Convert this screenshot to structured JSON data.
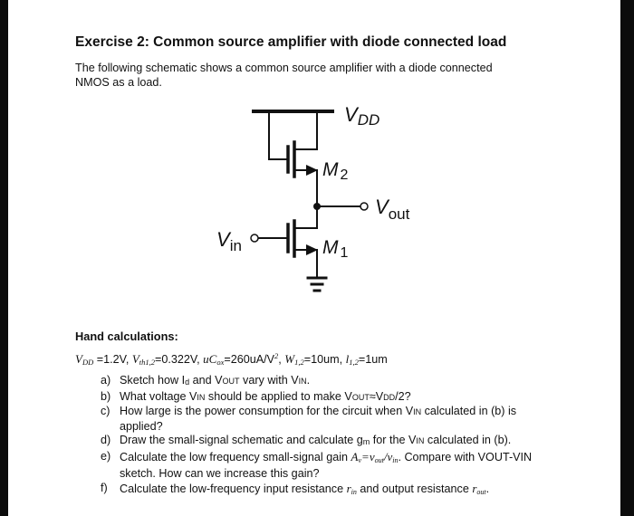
{
  "title": "Exercise 2: Common source amplifier with diode connected load",
  "intro": "The following schematic shows a common source amplifier with a diode connected NMOS as a load.",
  "schematic": {
    "vdd_label": "V",
    "vdd_sub": "DD",
    "m2_label": "M",
    "m2_sub": "2",
    "vout_label": "V",
    "vout_sub": "out",
    "vin_label": "V",
    "vin_sub": "in",
    "m1_label": "M",
    "m1_sub": "1"
  },
  "hand_calc_heading": "Hand calculations:",
  "params": {
    "vdd_sym": "V",
    "vdd_sub": "DD",
    "vdd_val": " =1.2V",
    "vth_sym": "V",
    "vth_sub": "th1,2",
    "vth_val": "=0.322V",
    "ucox_sym": "uC",
    "ucox_sub": "ox",
    "ucox_val": "=260uA/V",
    "ucox_sup": "2",
    "w_sym": "W",
    "w_sub": "1,2",
    "w_val": "=10um",
    "l_sym": "l",
    "l_sub": "1,2",
    "l_val": "=1um",
    "sep": ", "
  },
  "questions": {
    "a": {
      "label": "a)",
      "t1": "Sketch how I",
      "t1s": "d",
      "t2": " and V",
      "t2s": "OUT",
      "t3": " vary with V",
      "t3s": "IN",
      "t4": "."
    },
    "b": {
      "label": "b)",
      "t1": "What voltage V",
      "t1s": "IN",
      "t2": " should be applied to make V",
      "t2s": "OUT",
      "t3": "≈V",
      "t3s": "DD",
      "t4": "/2?"
    },
    "c": {
      "label": "c)",
      "t1": "How large is the power consumption for the circuit when V",
      "t1s": "IN",
      "t2": " calculated in (b) is applied?"
    },
    "d": {
      "label": "d)",
      "t1": "Draw the small-signal schematic and calculate g",
      "t1s": "m",
      "t2": " for the V",
      "t2s": "IN",
      "t3": " calculated in (b)."
    },
    "e": {
      "label": "e)",
      "t1": "Calculate the low frequency small-signal gain ",
      "av": "A",
      "avs": "v",
      "eq": "=",
      "vout": "v",
      "vouts": "out",
      "slash": "/",
      "vin": "v",
      "vins": "in",
      "t2": ". Compare with VOUT-VIN sketch. How can we increase this gain?"
    },
    "f": {
      "label": "f)",
      "t1": "Calculate the low-frequency input resistance ",
      "rin": "r",
      "rins": "in",
      "t2": " and output resistance ",
      "rout": "r",
      "routs": "out",
      "t3": "."
    }
  }
}
